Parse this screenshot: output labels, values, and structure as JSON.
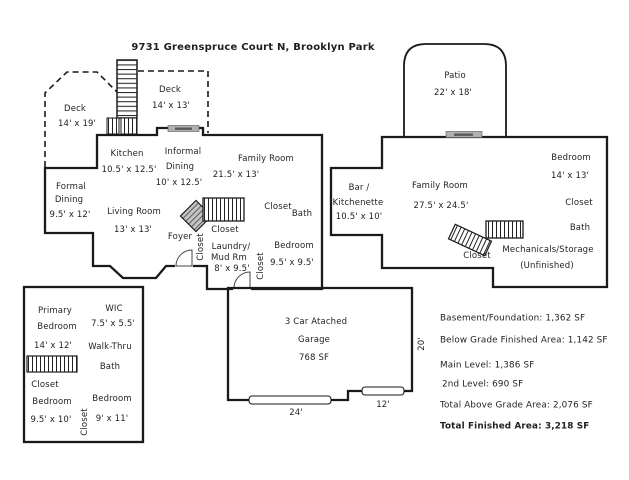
{
  "title": "9731 Greenspruce Court N, Brooklyn Park",
  "colors": {
    "wall": "#1a1a1a",
    "background": "#ffffff",
    "stair_fill": "#c4c4c4",
    "door_gray": "#b0b0b0"
  },
  "main_level": {
    "deck_left": {
      "name": "Deck",
      "dims": "14' x 19'"
    },
    "deck_right": {
      "name": "Deck",
      "dims": "14' x 13'"
    },
    "kitchen": {
      "name": "Kitchen",
      "dims": "10.5' x 12.5'"
    },
    "informal_dining": {
      "line1": "Informal",
      "line2": "Dining",
      "dims": "10' x 12.5'"
    },
    "family_room": {
      "name": "Family Room",
      "dims": "21.5' x 13'"
    },
    "formal_dining": {
      "line1": "Formal",
      "line2": "Dining",
      "dims": "9.5' x 12'"
    },
    "living_room": {
      "name": "Living Room",
      "dims": "13' x 13'"
    },
    "foyer": {
      "name": "Foyer"
    },
    "foyer_closet": {
      "name": "Closet"
    },
    "stairs_closet": {
      "name": "Closet"
    },
    "laundry": {
      "line1": "Laundry/",
      "line2": "Mud Rm",
      "dims": "8' x 9.5'"
    },
    "laundry_closet": {
      "name": "Closet"
    },
    "bedroom": {
      "name": "Bedroom",
      "dims": "9.5' x 9.5'"
    },
    "closet": {
      "name": "Closet"
    },
    "bath": {
      "name": "Bath"
    }
  },
  "basement": {
    "patio": {
      "name": "Patio",
      "dims": "22' x 18'"
    },
    "bar_kitchenette": {
      "line1": "Bar /",
      "line2": "Kitchenette",
      "dims": "10.5' x 10'"
    },
    "family_room": {
      "name": "Family Room",
      "dims": "27.5' x 24.5'"
    },
    "bedroom": {
      "name": "Bedroom",
      "dims": "14' x 13'"
    },
    "closet": {
      "name": "Closet"
    },
    "bath": {
      "name": "Bath"
    },
    "stairs_closet": {
      "name": "Closet"
    },
    "mechanicals": {
      "line1": "Mechanicals/Storage",
      "line2": "(Unfinished)"
    }
  },
  "second_level": {
    "primary_bedroom": {
      "line1": "Primary",
      "line2": "Bedroom",
      "dims": "14' x 12'"
    },
    "wic": {
      "name": "WIC",
      "dims": "7.5' x 5.5'"
    },
    "walk_thru_bath": {
      "line1": "Walk-Thru",
      "line2": "Bath"
    },
    "closet_top": {
      "name": "Closet"
    },
    "bedroom_left": {
      "name": "Bedroom",
      "dims": "9.5' x 10'"
    },
    "closet_mid": {
      "name": "Closet"
    },
    "bedroom_right": {
      "name": "Bedroom",
      "dims": "9' x 11'"
    }
  },
  "garage": {
    "line1": "3 Car Atached",
    "line2": "Garage",
    "line3": "768 SF",
    "width_label": "24'",
    "depth_label": "20'",
    "door2_label": "12'"
  },
  "area_summary": {
    "basement_foundation": "Basement/Foundation: 1,362 SF",
    "below_grade_finished": "Below Grade Finished Area: 1,142 SF",
    "main_level": "Main Level: 1,386 SF",
    "second_level": "2nd Level: 690 SF",
    "total_above_grade": "Total Above Grade Area: 2,076 SF",
    "total_finished": "Total Finished Area: 3,218 SF"
  }
}
